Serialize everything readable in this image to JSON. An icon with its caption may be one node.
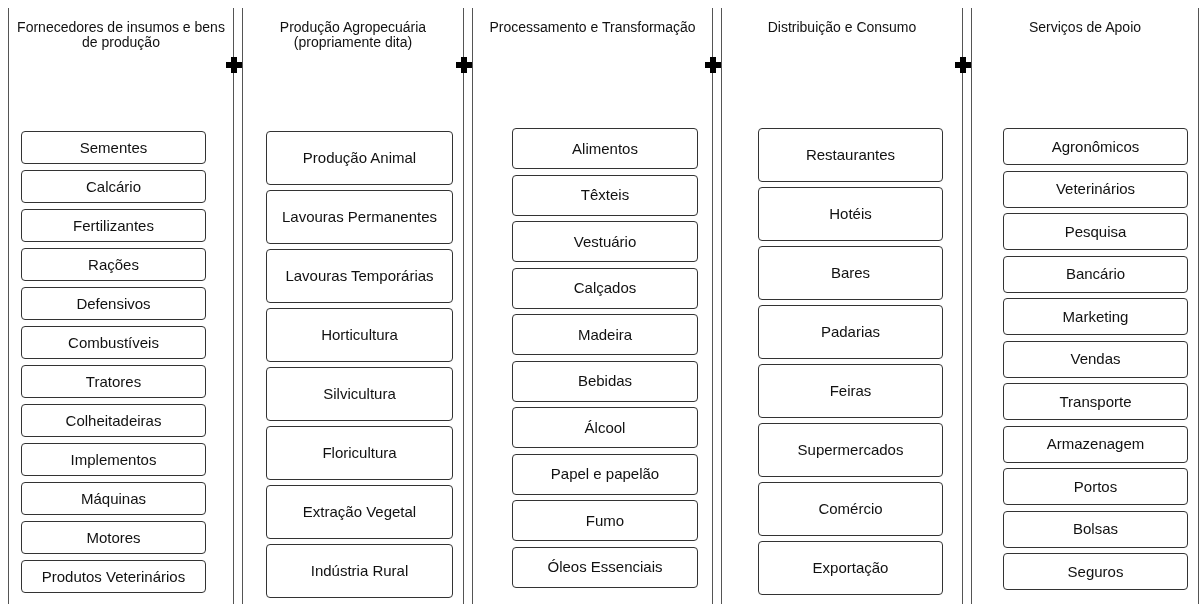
{
  "diagram": {
    "nodes": [
      {
        "text": [
          "Fornecedores de insumos e bens de produção"
        ]
      },
      {
        "text": [
          "Sementes"
        ],
        "in": 0
      },
      {
        "text": [
          "Calcário"
        ],
        "in": 0
      },
      {
        "text": [
          "Fertilizantes"
        ],
        "in": 0
      },
      {
        "text": [
          "Rações"
        ],
        "in": 0
      },
      {
        "text": [
          "Defensivos"
        ],
        "in": 0
      },
      {
        "text": [
          "Combustíveis"
        ],
        "in": 0
      },
      {
        "text": [
          "Tratores"
        ],
        "in": 0
      },
      {
        "text": [
          "Colheitadeiras"
        ],
        "in": 0
      },
      {
        "text": [
          "Implementos"
        ],
        "in": 0
      },
      {
        "text": [
          "Máquinas"
        ],
        "in": 0
      },
      {
        "text": [
          "Motores"
        ],
        "in": 0
      },
      {
        "text": [
          "Produtos Veterinários"
        ],
        "in": 0
      },
      {
        "text": [
          "Produção Agropecuária (propriamente dita)"
        ]
      },
      {
        "text": [
          "Produção Animal"
        ],
        "in": 13
      },
      {
        "text": [
          "Lavouras Permanentes"
        ],
        "in": 13
      },
      {
        "text": [
          "Lavouras Temporárias"
        ],
        "in": 13
      },
      {
        "text": [
          "Horticultura"
        ],
        "in": 13
      },
      {
        "text": [
          "Silvicultura"
        ],
        "in": 13
      },
      {
        "text": [
          "Floricultura"
        ],
        "in": 13
      },
      {
        "text": [
          "Extração Vegetal"
        ],
        "in": 13
      },
      {
        "text": [
          "Indústria Rural"
        ],
        "in": 13
      },
      {
        "text": [
          "Processamento e Transformação"
        ]
      },
      {
        "text": [
          "Alimentos"
        ],
        "in": 22
      },
      {
        "text": [
          "Têxteis"
        ],
        "in": 22
      },
      {
        "text": [
          "Vestuário"
        ],
        "in": 22
      },
      {
        "text": [
          "Calçados"
        ],
        "in": 22
      },
      {
        "text": [
          "Madeira"
        ],
        "in": 22
      },
      {
        "text": [
          "Bebidas"
        ],
        "in": 22
      },
      {
        "text": [
          "Álcool"
        ],
        "in": 22
      },
      {
        "text": [
          "Papel e papelão"
        ],
        "in": 22
      },
      {
        "text": [
          "Fumo"
        ],
        "in": 22
      },
      {
        "text": [
          "Óleos Essenciais"
        ],
        "in": 22
      },
      {
        "text": [
          "Distribuição e Consumo"
        ]
      },
      {
        "text": [
          "Restaurantes"
        ],
        "in": 33
      },
      {
        "text": [
          "Hotéis"
        ],
        "in": 33
      },
      {
        "text": [
          "Bares"
        ],
        "in": 33
      },
      {
        "text": [
          "Padarias"
        ],
        "in": 33
      },
      {
        "text": [
          "Feiras"
        ],
        "in": 33
      },
      {
        "text": [
          "Supermercados"
        ],
        "in": 33
      },
      {
        "text": [
          "Comércio"
        ],
        "in": 33
      },
      {
        "text": [
          "Exportação"
        ],
        "in": 33
      },
      {
        "text": [
          "Serviços de Apoio"
        ]
      },
      {
        "text": [
          "Agronômicos"
        ],
        "in": 42
      },
      {
        "text": [
          "Veterinários"
        ],
        "in": 42
      },
      {
        "text": [
          "Pesquisa"
        ],
        "in": 42
      },
      {
        "text": [
          "Bancário"
        ],
        "in": 42
      },
      {
        "text": [
          "Marketing"
        ],
        "in": 42
      },
      {
        "text": [
          "Vendas"
        ],
        "in": 42
      },
      {
        "text": [
          "Transporte"
        ],
        "in": 42
      },
      {
        "text": [
          "Armazenagem"
        ],
        "in": 42
      },
      {
        "text": [
          "Portos"
        ],
        "in": 42
      },
      {
        "text": [
          "Bolsas"
        ],
        "in": 42
      },
      {
        "text": [
          "Seguros"
        ],
        "in": 42
      }
    ]
  }
}
